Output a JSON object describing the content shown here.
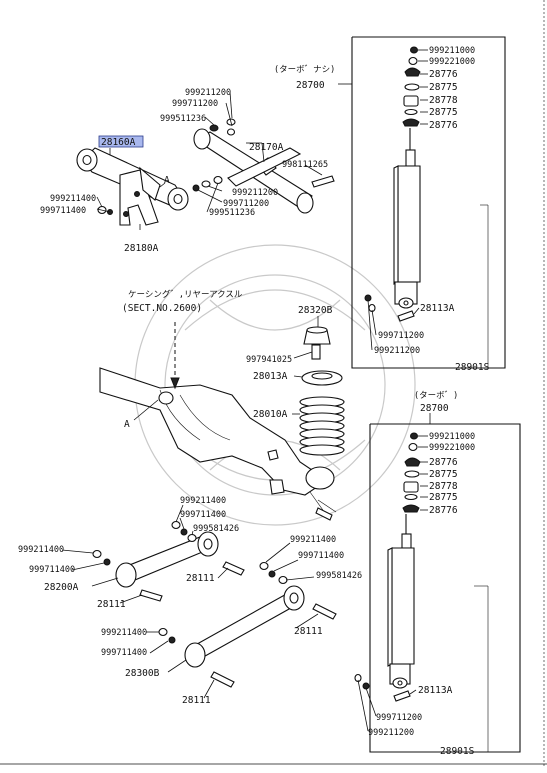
{
  "upper_arm": {
    "part_number": "28160A",
    "bracket": "28180A",
    "pivot_mark": "A",
    "left_nut": "999211400",
    "left_washer": "999711400",
    "top_nut": "999211200",
    "top_washer": "999711200",
    "top_bushing": "999511236",
    "rod": "28170A",
    "rod_bolt": "998111265",
    "right_nut": "999211200",
    "right_washer": "999711200",
    "right_bushing": "999511236"
  },
  "shock_no_turbo": {
    "header": "(ターボ゛ナシ)",
    "part_number": "28700",
    "stack": [
      "999211000",
      "999221000",
      "28776",
      "28775",
      "28778",
      "28775",
      "28776"
    ],
    "bolt": "28113A",
    "washer": "999711200",
    "nut": "999211200",
    "kit": "28901S"
  },
  "axle_housing": {
    "note_line1": "ケーシング゛,リヤーアクスル",
    "note_line2": "(SECT.NO.2600)",
    "pivot_mark": "A"
  },
  "spring": {
    "bump_stop": "28320B",
    "bolt": "997941025",
    "seat": "28013A",
    "coil": "28010A"
  },
  "lower_links": {
    "front_nut": "999211400",
    "front_washer": "999711400",
    "front_bushing": "999581426",
    "front_link": "28200A",
    "front_bolt_left": "28111",
    "front_bolt_right": "28111",
    "rear_nut": "999211400",
    "rear_washer": "999711400",
    "rear_bushing": "999581426",
    "rear_bolt_right": "28111",
    "rear_link_nut": "999211400",
    "rear_link_washer": "999711400",
    "rear_link": "28300B",
    "rear_bolt_bottom": "28111"
  },
  "shock_turbo": {
    "header": "(ターボ゛)",
    "part_number": "28700",
    "stack": [
      "999211000",
      "999221000",
      "28776",
      "28775",
      "28778",
      "28775",
      "28776"
    ],
    "bolt": "28113A",
    "washer": "999711200",
    "nut": "999211200",
    "kit": "28901S"
  }
}
